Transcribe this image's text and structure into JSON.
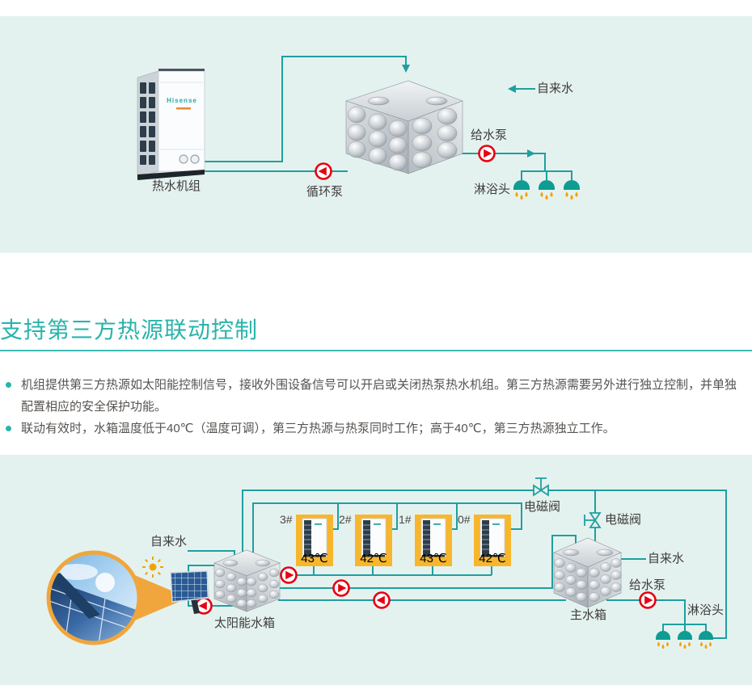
{
  "colors": {
    "panel_bg": "#e4f2ef",
    "pipe_teal": "#1f9f9f",
    "accent_teal": "#29b4ab",
    "pump_red": "#e60012",
    "unit_box_orange": "#f8b62c",
    "shower_teal": "#0e9c93",
    "drop_orange": "#f5a200",
    "photo_ring_orange": "#f0a63c"
  },
  "section": {
    "title": "支持第三方热源联动控制",
    "bullets": [
      "机组提供第三方热源如太阳能控制信号，接收外围设备信号可以开启或关闭热泵热水机组。第三方热源需要另外进行独立控制，并单独配置相应的安全保护功能。",
      "联动有效时，水箱温度低于40℃（温度可调），第三方热源与热泵同时工作；高于40℃，第三方热源独立工作。"
    ]
  },
  "diagram1": {
    "labels": {
      "heat_pump_unit": "热水机组",
      "brand": "Hisense",
      "circulation_pump": "循环泵",
      "tap_water": "自来水",
      "feed_pump": "给水泵",
      "shower_head": "淋浴头"
    }
  },
  "diagram2": {
    "labels": {
      "tap_water_left": "自来水",
      "solar_tank": "太阳能水箱",
      "solenoid_valve_1": "电磁阀",
      "solenoid_valve_2": "电磁阀",
      "main_tank": "主水箱",
      "tap_water_right": "自来水",
      "feed_pump": "给水泵",
      "shower_head": "淋浴头"
    },
    "units": [
      {
        "id": "3#",
        "temp": "43℃"
      },
      {
        "id": "2#",
        "temp": "42℃"
      },
      {
        "id": "1#",
        "temp": "43℃"
      },
      {
        "id": "0#",
        "temp": "42℃"
      }
    ]
  }
}
